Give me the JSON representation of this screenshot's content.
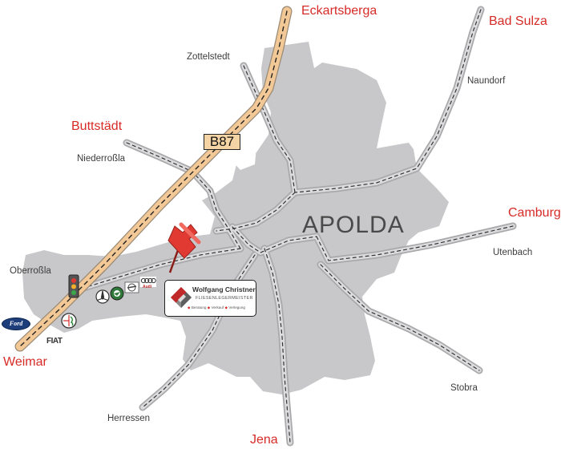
{
  "places": {
    "eckartsberga": "Eckartsberga",
    "bad_sulza": "Bad Sulza",
    "zottelstedt": "Zottelstedt",
    "naundorf": "Naundorf",
    "buttstaedt": "Buttstädt",
    "niederrossla": "Niederroßla",
    "camburg": "Camburg",
    "utenbach": "Utenbach",
    "oberrossla": "Oberroßla",
    "weimar": "Weimar",
    "stobra": "Stobra",
    "herressen": "Herressen",
    "jena": "Jena",
    "apolda": "APOLDA"
  },
  "road": {
    "b87": "B87"
  },
  "company": {
    "name": "Wolfgang Christner",
    "subtitle": "FLIESENLEGERMEISTER",
    "services": [
      "Beratung",
      "Verkauf",
      "Verlegung"
    ]
  },
  "brands": {
    "ford": "Ford",
    "fiat": "FIAT",
    "audi": "Audi"
  },
  "colors": {
    "city_area": "#c8c8ca",
    "road_outline": "#a9a9ab",
    "road_fill": "#dcdcde",
    "highway": "#f2c896",
    "destination_text": "#d62b27",
    "pin": "#e03a32"
  },
  "icons": [
    "pushpin-icon",
    "traffic-light-icon",
    "mercedes-logo-icon",
    "skoda-logo-icon",
    "opel-logo-icon",
    "audi-logo-icon",
    "alfa-romeo-logo-icon",
    "company-logo-icon"
  ]
}
